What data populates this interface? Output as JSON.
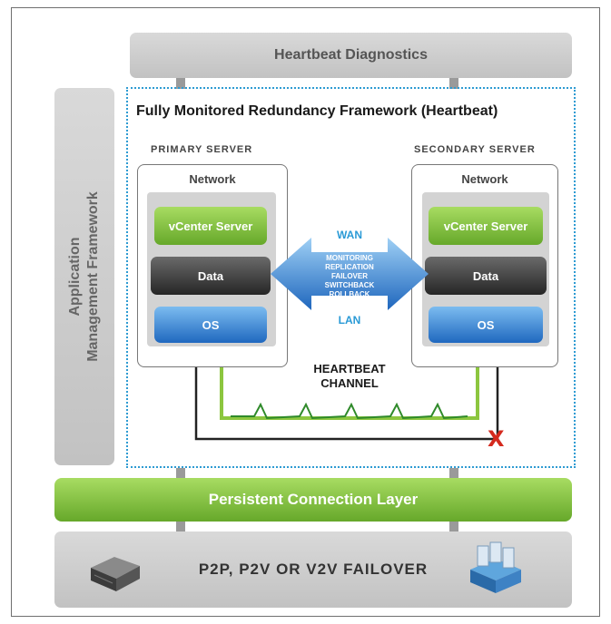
{
  "diagram": {
    "heartbeat_diagnostics": "Heartbeat Diagnostics",
    "app_mgmt_line1": "Application",
    "app_mgmt_line2": "Management Framework",
    "framework_title": "Fully Monitored Redundancy Framework (Heartbeat)",
    "primary_server": "PRIMARY SERVER",
    "secondary_server": "SECONDARY SERVER",
    "network": "Network",
    "vcenter": "vCenter Server",
    "data": "Data",
    "os": "OS",
    "wan": "WAN",
    "lan": "LAN",
    "arrow_items": [
      "MONITORING",
      "REPLICATION",
      "FAILOVER",
      "SWITCHBACK",
      "ROLLBACK"
    ],
    "heartbeat_line1": "HEARTBEAT",
    "heartbeat_line2": "CHANNEL",
    "persistent_layer": "Persistent Connection Layer",
    "failover_text": "P2P, P2V OR V2V FAILOVER",
    "failure_mark": "X"
  },
  "colors": {
    "dotted_border": "#2e9bd2",
    "green": "#7bbd3c",
    "blue": "#2f7fd1",
    "dark": "#333333",
    "red": "#d42a1e",
    "wan_lan_text": "#2a9ad6"
  }
}
